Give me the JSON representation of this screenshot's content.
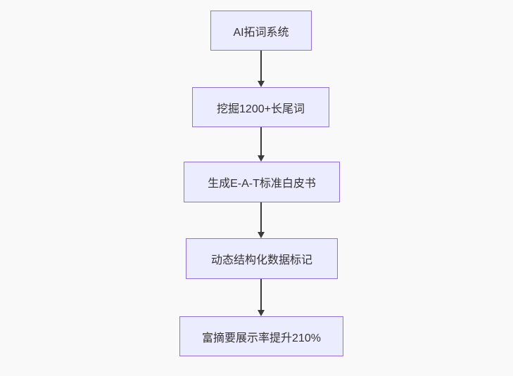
{
  "diagram": {
    "type": "flowchart",
    "direction": "top-down",
    "colors": {
      "background": "#f9f9f9",
      "node_fill": "#ececff",
      "node_border": "#9370db",
      "arrow_color": "#3a3a3a",
      "text_color": "#333333"
    },
    "nodes": [
      {
        "id": "n1",
        "label": "AI拓词系统"
      },
      {
        "id": "n2",
        "label": "挖掘1200+长尾词"
      },
      {
        "id": "n3",
        "label": "生成E-A-T标准白皮书"
      },
      {
        "id": "n4",
        "label": "动态结构化数据标记"
      },
      {
        "id": "n5",
        "label": "富摘要展示率提升210%"
      }
    ],
    "edges": [
      {
        "from": "n1",
        "to": "n2"
      },
      {
        "from": "n2",
        "to": "n3"
      },
      {
        "from": "n3",
        "to": "n4"
      },
      {
        "from": "n4",
        "to": "n5"
      }
    ]
  }
}
